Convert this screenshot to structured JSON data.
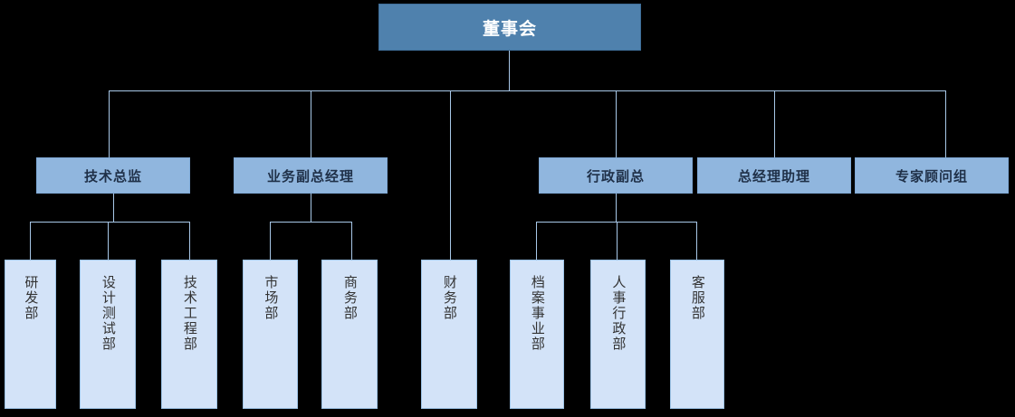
{
  "chart": {
    "title_node": {
      "label": "董事会",
      "level": 0
    },
    "colors": {
      "level0_fill": "#4F81AD",
      "level0_text": "#FFFFFF",
      "level1_fill": "#90B6DE",
      "level1_text": "#1F3048",
      "level2_fill": "#D3E3F8",
      "level2_text": "#333333",
      "connector": "#A8C8E8",
      "background": "#000000"
    },
    "level1": [
      {
        "label": "技术总监"
      },
      {
        "label": "业务副总经理"
      },
      {
        "label": "行政副总"
      },
      {
        "label": "总经理助理"
      },
      {
        "label": "专家顾问组"
      }
    ],
    "level2": [
      {
        "label": "研发部",
        "parent": "技术总监"
      },
      {
        "label": "设计测试部",
        "parent": "技术总监"
      },
      {
        "label": "技术工程部",
        "parent": "技术总监"
      },
      {
        "label": "市场部",
        "parent": "业务副总经理"
      },
      {
        "label": "商务部",
        "parent": "业务副总经理"
      },
      {
        "label": "财务部",
        "parent": "董事会"
      },
      {
        "label": "档案事业部",
        "parent": "行政副总"
      },
      {
        "label": "人事行政部",
        "parent": "行政副总"
      },
      {
        "label": "客服部",
        "parent": "行政副总"
      }
    ]
  }
}
